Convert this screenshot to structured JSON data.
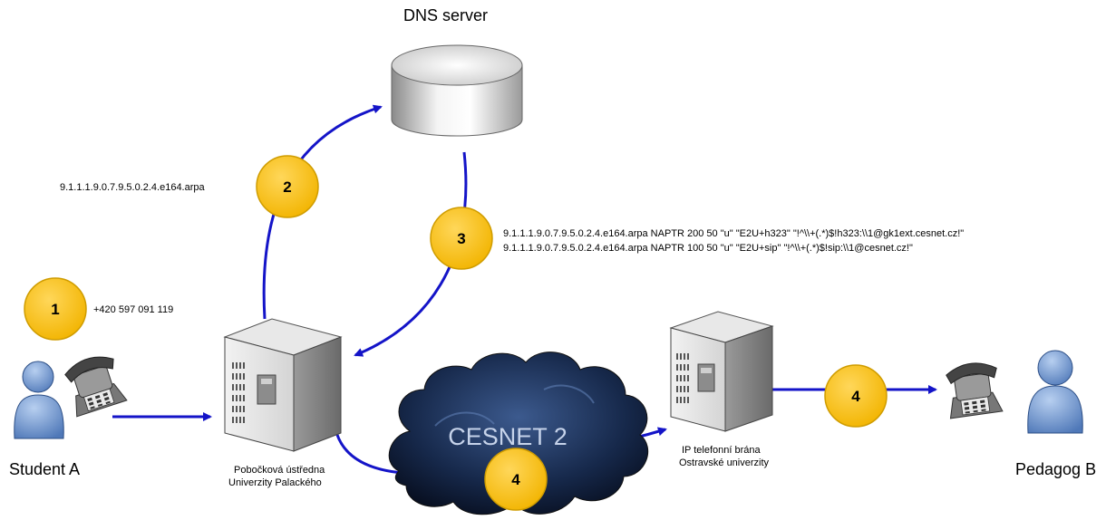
{
  "nodes": {
    "dns_server": {
      "label": "DNS server"
    },
    "student": {
      "label": "Student A"
    },
    "teacher": {
      "label": "Pedagog B"
    },
    "pbx": {
      "label_line1": "Pobočková ústředna",
      "label_line2": "Univerzity Palackého"
    },
    "gateway": {
      "label_line1": "IP telefonní brána",
      "label_line2": "Ostravské univerzity"
    },
    "network": {
      "label": "CESNET 2"
    }
  },
  "steps": {
    "step1": {
      "number": "1",
      "text": "+420 597 091 119"
    },
    "step2": {
      "number": "2",
      "text": "9.1.1.1.9.0.7.9.5.0.2.4.e164.arpa"
    },
    "step3": {
      "number": "3",
      "records": [
        "9.1.1.1.9.0.7.9.5.0.2.4.e164.arpa NAPTR 200 50 \"u\" \"E2U+h323\" \"!^\\\\+(.*)$!h323:\\\\1@gk1ext.cesnet.cz!\"",
        "9.1.1.1.9.0.7.9.5.0.2.4.e164.arpa NAPTR 100 50 \"u\" \"E2U+sip\" \"!^\\\\+(.*)$!sip:\\\\1@cesnet.cz!\""
      ]
    },
    "step4_cloud": {
      "number": "4"
    },
    "step4_gateway": {
      "number": "4"
    }
  },
  "colors": {
    "arrow": "#1414c8",
    "badge": "#f7c21d",
    "badge_stroke": "#cf9c00"
  }
}
